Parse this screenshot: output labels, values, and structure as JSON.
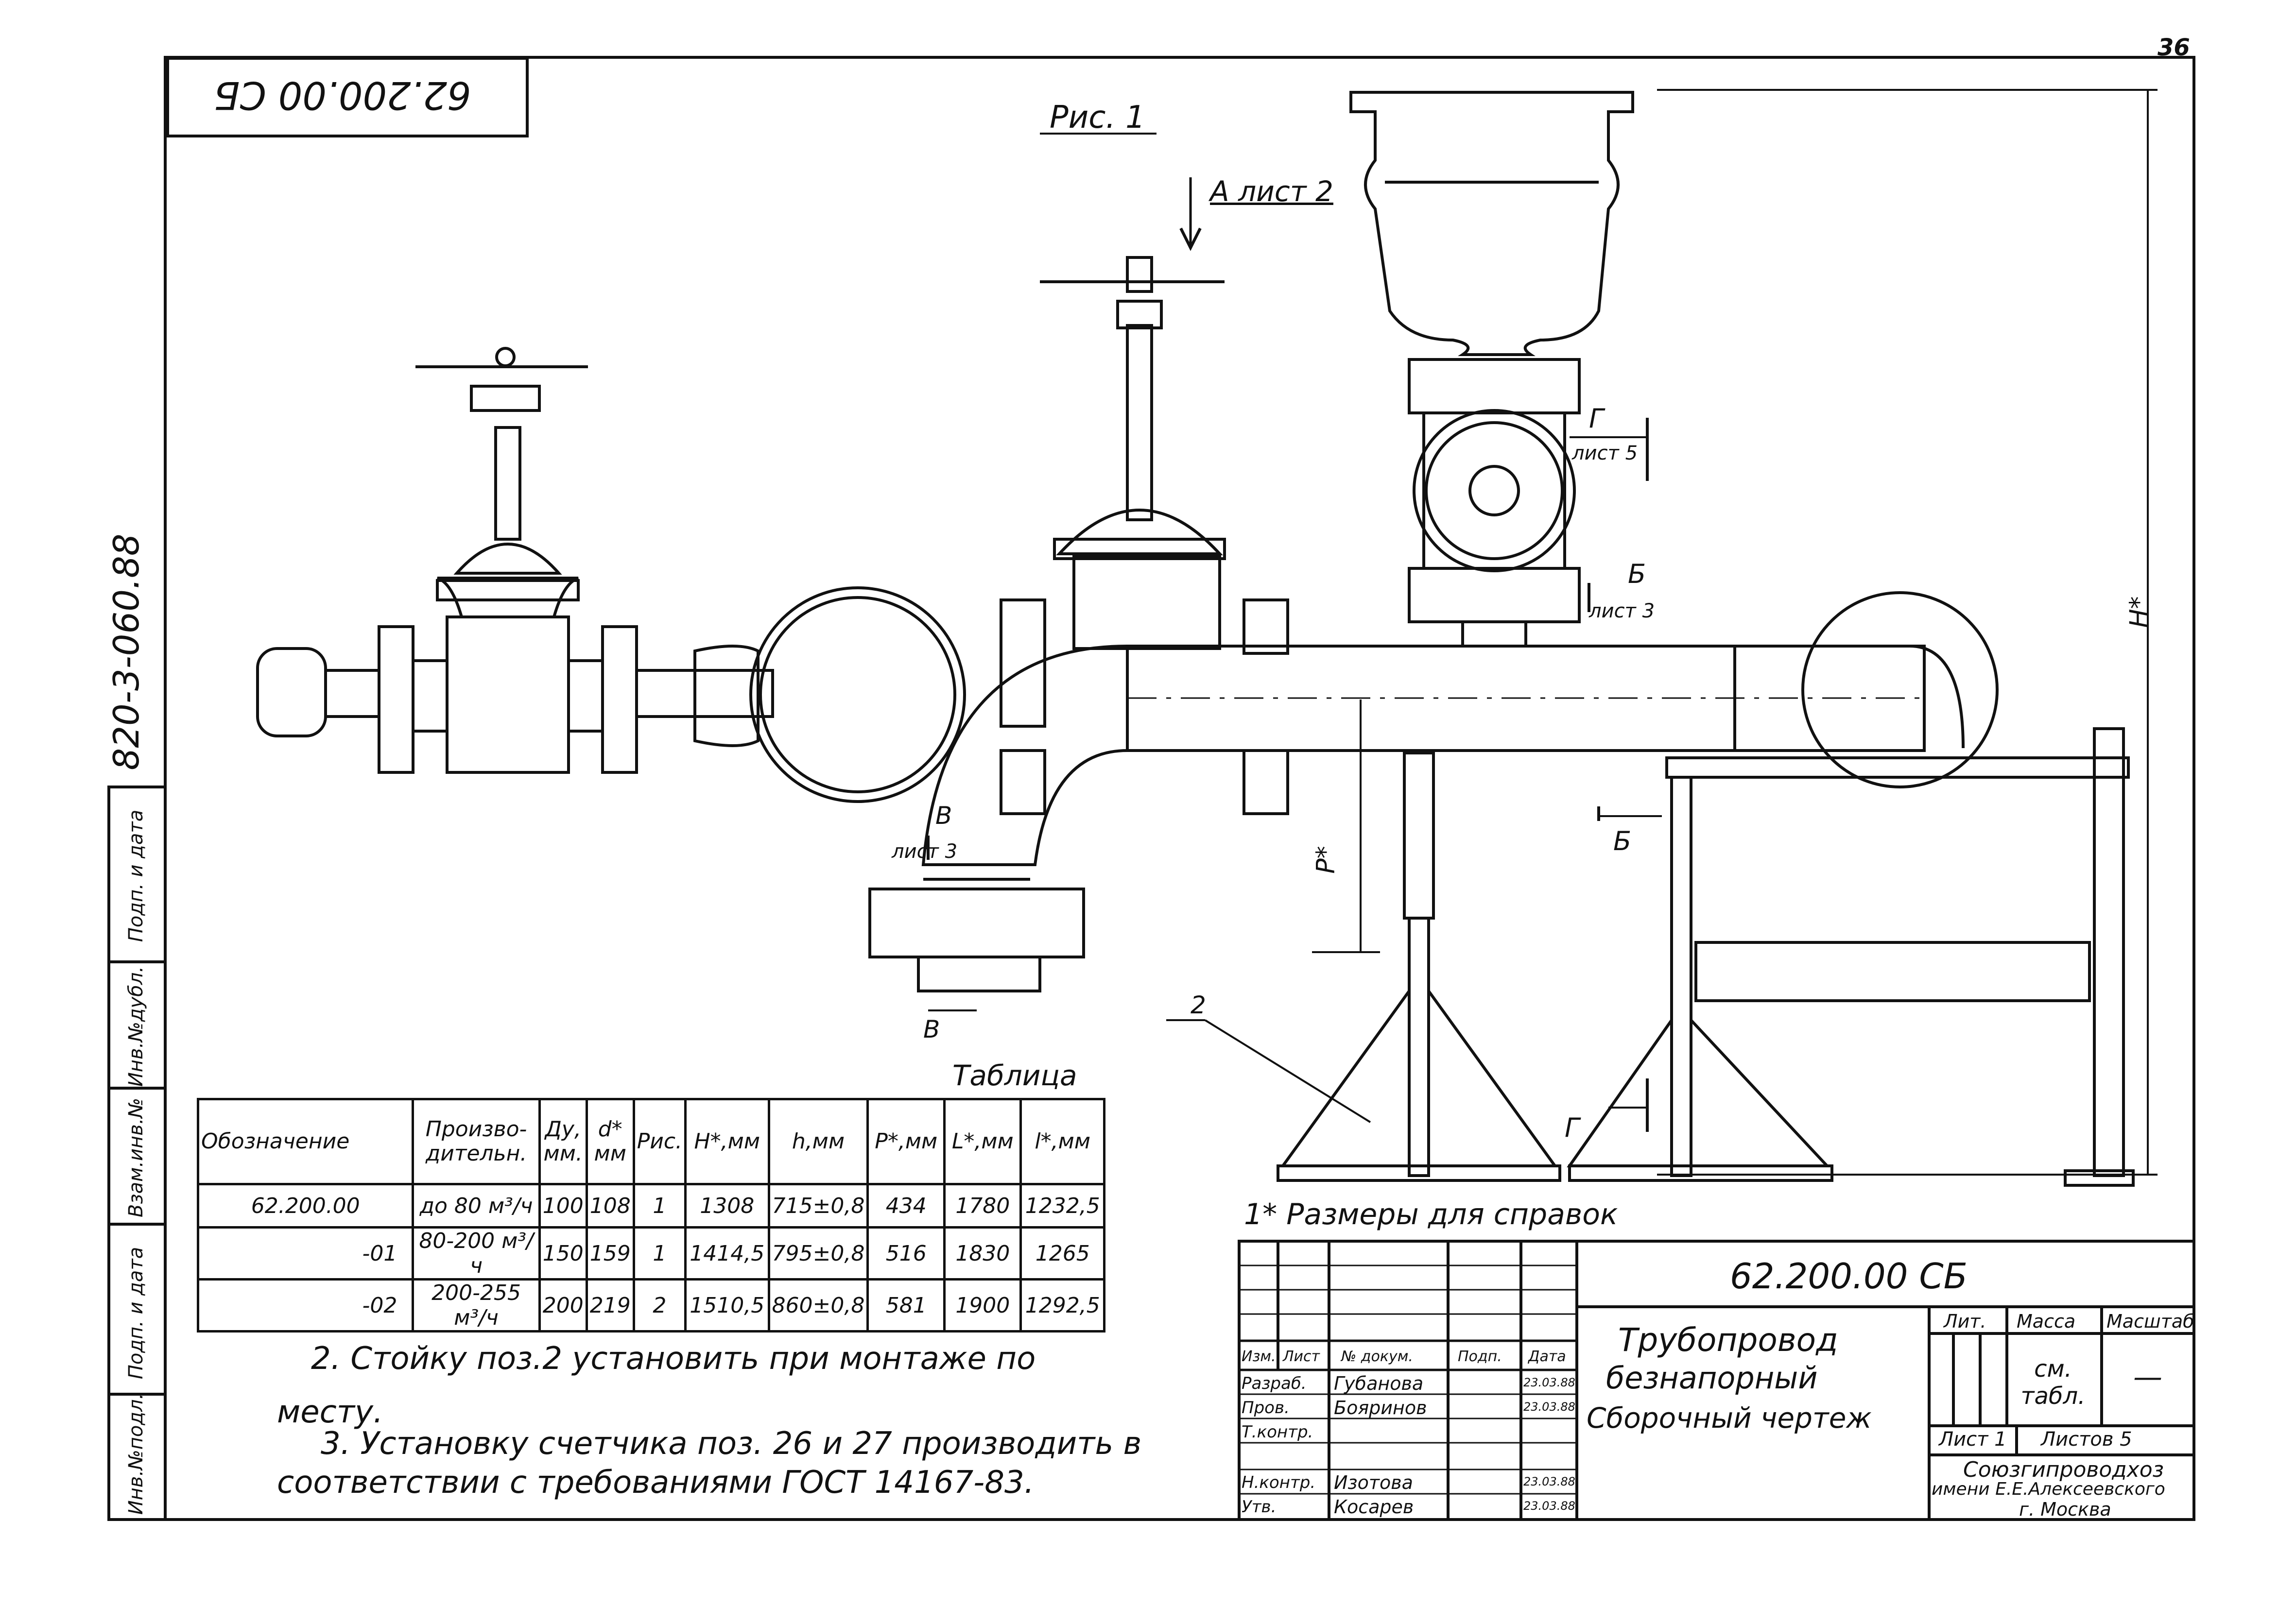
{
  "sheet": {
    "page_number": "36",
    "doc_code_rotated": "62.200.00 СБ",
    "side_code": "820-3-060.88",
    "side_stamps": [
      "Инв.№подл.",
      "Подп. и дата",
      "Взам.инв.№",
      "Инв.№дубл.",
      "Подп. и дата"
    ]
  },
  "drawing": {
    "figure_label": "Рис. 1",
    "view_a": "А лист 2",
    "section_g": "Г",
    "section_g_sheet": "лист 5",
    "section_b": "Б",
    "section_b_sheet": "лист 3",
    "section_v": "В",
    "section_v_sheet": "лист 3",
    "dim_p": "P*",
    "dim_h": "H*",
    "pos_2": "2"
  },
  "table": {
    "caption": "Таблица",
    "headers": [
      "Обозначение",
      "Произво-\nдительн.",
      "Ду,\nмм.",
      "d*\nмм",
      "Рис.",
      "H*,мм",
      "h,мм",
      "P*,мм",
      "L*,мм",
      "l*,мм"
    ],
    "rows": [
      [
        "62.200.00",
        "до 80 м³/ч",
        "100",
        "108",
        "1",
        "1308",
        "715±0,8",
        "434",
        "1780",
        "1232,5"
      ],
      [
        "-01",
        "80-200 м³/ч",
        "150",
        "159",
        "1",
        "1414,5",
        "795±0,8",
        "516",
        "1830",
        "1265"
      ],
      [
        "-02",
        "200-255 м³/ч",
        "200",
        "219",
        "2",
        "1510,5",
        "860±0,8",
        "581",
        "1900",
        "1292,5"
      ]
    ]
  },
  "notes": {
    "note1": "1* Размеры для справок",
    "note2_line1": "2. Стойку поз.2 установить при монтаже по",
    "note2_line2": "месту.",
    "note3_line1": "3. Установку счетчика поз. 26 и 27 производить в",
    "note3_line2": "соответствии с требованиями ГОСТ 14167-83."
  },
  "title_block": {
    "doc_number": "62.200.00 СБ",
    "title_line1": "Трубопровод",
    "title_line2": "безнапорный",
    "title_line3": "Сборочный чертеж",
    "hdr_izm": "Изм.",
    "hdr_list": "Лист",
    "hdr_docnum": "№ докум.",
    "hdr_podp": "Подп.",
    "hdr_data": "Дата",
    "roles": [
      "Разраб.",
      "Пров.",
      "Т.контр.",
      "",
      "Н.контр.",
      "Утв."
    ],
    "names": [
      "Губанова",
      "Бояринов",
      "",
      "",
      "Изотова",
      "Косарев"
    ],
    "dates": [
      "23.03.88",
      "23.03.88",
      "",
      "",
      "23.03.88",
      "23.03.88"
    ],
    "lit_label": "Лит.",
    "mass_label": "Масса",
    "scale_label": "Масштаб",
    "mass_value": "см. табл.",
    "scale_value": "—",
    "sheet_label": "Лист 1",
    "sheets_label": "Листов 5",
    "org_line1": "Союзгипроводхоз",
    "org_line2": "имени Е.Е.Алексеевского",
    "org_line3": "г. Москва"
  }
}
